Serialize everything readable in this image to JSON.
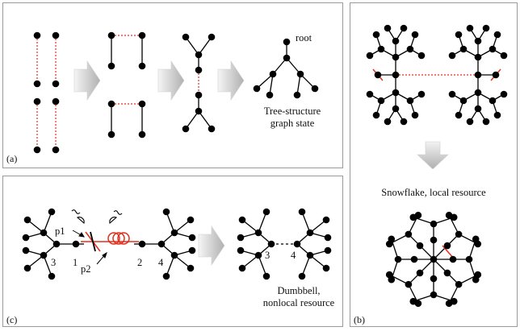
{
  "panel_a": {
    "label": "(a)",
    "root_label": "root",
    "caption_line1": "Tree-structure",
    "caption_line2": "graph state"
  },
  "panel_b": {
    "label": "(b)",
    "caption": "Snowflake, local resource"
  },
  "panel_c": {
    "label": "(c)",
    "p1": "p1",
    "p2": "p2",
    "n1": "1",
    "n2": "2",
    "n3": "3",
    "n4": "4",
    "m3": "3",
    "m4": "4",
    "caption_line1": "Dumbbell,",
    "caption_line2": "nonlocal resource"
  },
  "colors": {
    "node": "#000000",
    "edge": "#000000",
    "link": "#e0301e",
    "arrow_light": "#f2f2f2",
    "arrow_dark": "#b5b5b5",
    "border": "#9a9a9a"
  }
}
